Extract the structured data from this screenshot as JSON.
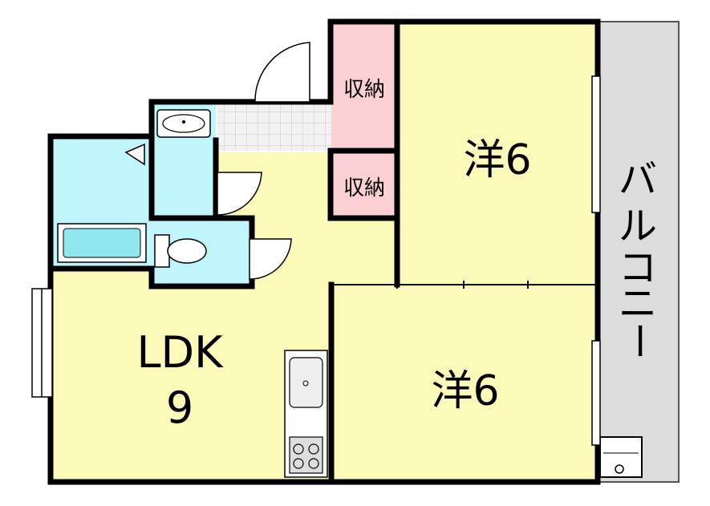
{
  "colors": {
    "room_yellow": "#fbfab9",
    "water_blue": "#bff5fb",
    "storage_pink": "#fbd0d3",
    "balcony_gray": "#dcdcdc",
    "wall": "#000000",
    "tile": "#efefef"
  },
  "rooms": {
    "ldk": {
      "name": "LDK",
      "size": "9"
    },
    "western_top": {
      "label": "洋6"
    },
    "western_bottom": {
      "label": "洋6"
    },
    "storage_top": {
      "label": "収納"
    },
    "storage_mid": {
      "label": "収納"
    },
    "balcony": {
      "label": [
        "バ",
        "ル",
        "コ",
        "ニ",
        "ー"
      ]
    }
  },
  "fixtures": [
    "sink-icon",
    "stove-icon",
    "toilet-icon",
    "bathtub-icon",
    "washbasin-icon",
    "outdoor-unit-icon"
  ]
}
